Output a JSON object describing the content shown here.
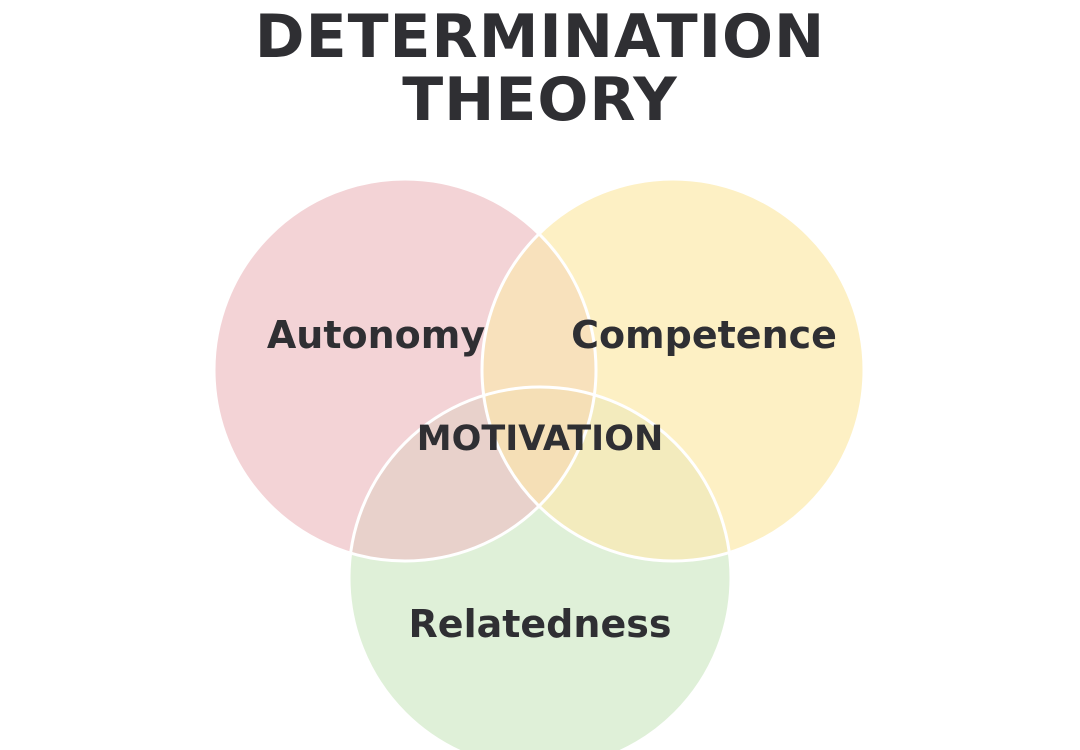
{
  "title": {
    "line1": "DETERMINATION",
    "line2": "THEORY"
  },
  "circles": {
    "autonomy": {
      "label": "Autonomy",
      "color": "#f3d3d6"
    },
    "competence": {
      "label": "Competence",
      "color": "#fdf0c4"
    },
    "relatedness": {
      "label": "Relatedness",
      "color": "#dff0d8"
    }
  },
  "overlaps": {
    "autonomy_competence_color": "#f8e1bc",
    "autonomy_relatedness_color": "#e8d1cb",
    "competence_relatedness_color": "#f3ebbd",
    "center_color": "#f5dfb6"
  },
  "center": {
    "label": "MOTIVATION"
  },
  "outline_color": "#ffffff",
  "text_color": "#2f2f33"
}
